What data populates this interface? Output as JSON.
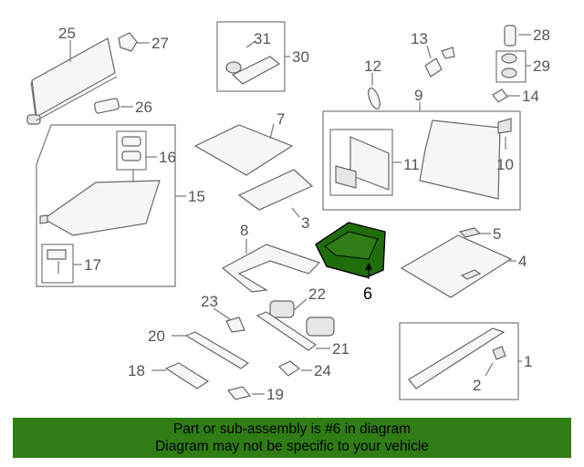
{
  "callouts": {
    "c1": "1",
    "c2": "2",
    "c3": "3",
    "c4": "4",
    "c5": "5",
    "c6": "6",
    "c7": "7",
    "c8": "8",
    "c9": "9",
    "c10": "10",
    "c11": "11",
    "c12": "12",
    "c13": "13",
    "c14": "14",
    "c15": "15",
    "c16": "16",
    "c17": "17",
    "c18": "18",
    "c19": "19",
    "c20": "20",
    "c21": "21",
    "c22": "22",
    "c23": "23",
    "c24": "24",
    "c25": "25",
    "c26": "26",
    "c27": "27",
    "c28": "28",
    "c29": "29",
    "c30": "30",
    "c31": "31"
  },
  "highlight": {
    "part": "6",
    "color": "#2f7d14"
  },
  "caption": {
    "line1": "Part or sub-assembly is #6 in diagram",
    "line2": "Diagram may not be specific to your vehicle",
    "background": "#2f7d14"
  }
}
